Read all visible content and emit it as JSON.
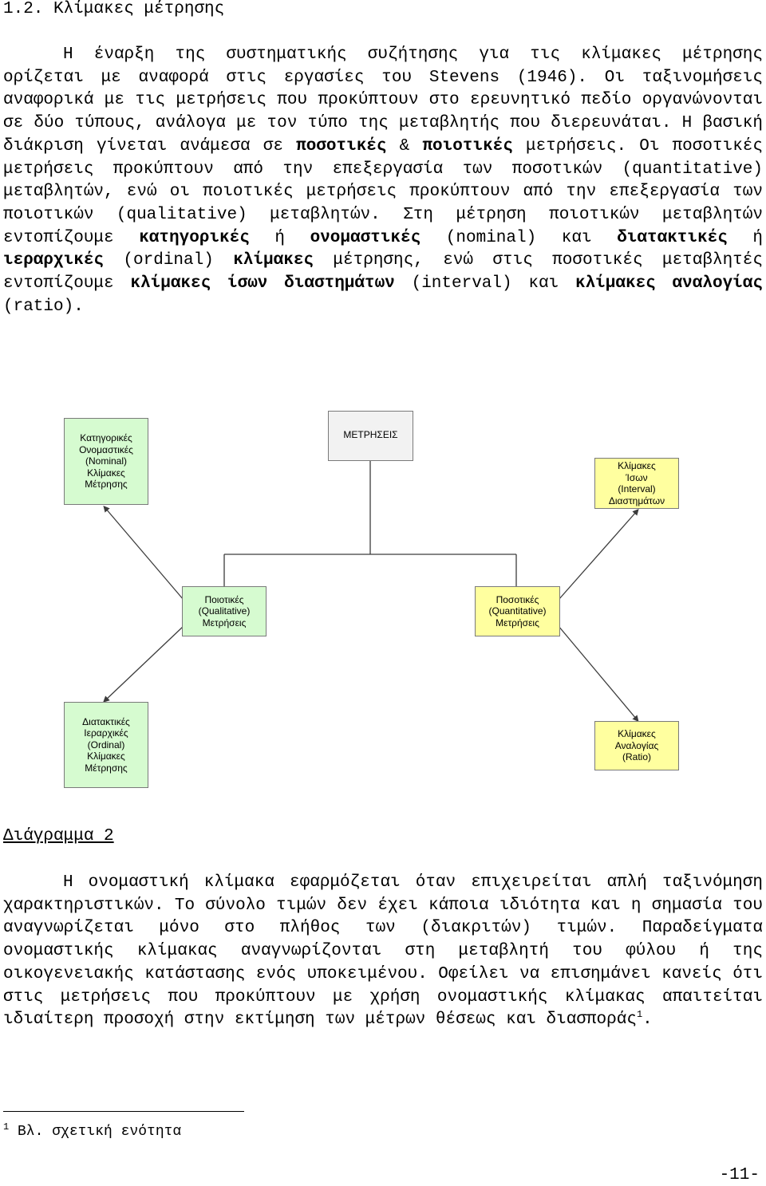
{
  "section": {
    "heading": "1.2. Κλίμακες μέτρησης"
  },
  "paragraph1": {
    "t1": "Η έναρξη της συστηματικής συζήτησης για τις κλίμακες μέτρησης ορίζεται με αναφορά στις εργασίες του Stevens (1946). Οι ταξινομήσεις αναφορικά με τις μετρήσεις που προκύπτουν στο ερευνητικό πεδίο οργανώνονται σε δύο τύπους, ανάλογα με τον τύπο της μεταβλητής που διερευνάται. Η βασική διάκριση γίνεται ανάμεσα σε ",
    "b1": "ποσοτικές",
    "t2": " & ",
    "b2": "ποιοτικές",
    "t3": " μετρήσεις. Οι ποσοτικές μετρήσεις προκύπτουν από την επεξεργασία των ποσοτικών (quantitative) μεταβλητών, ενώ οι ποιοτικές μετρήσεις προκύπτουν από την επεξεργασία των ποιοτικών (qualitative) μεταβλητών. Στη μέτρηση ποιοτικών μεταβλητών εντοπίζουμε ",
    "b3": "κατηγορικές",
    "t4": " ή ",
    "b4": "ονομαστικές",
    "t5": " (nominal) και ",
    "b5": "διατακτικές",
    "t6": " ή ",
    "b6": "ιεραρχικές",
    "t7": " (ordinal) ",
    "b7": "κλίμακες",
    "t8": " μέτρησης, ενώ στις ποσοτικές μεταβλητές εντοπίζουμε ",
    "b8": "κλίμακες ίσων διαστημάτων",
    "t9": " (interval) και ",
    "b9": "κλίμακες αναλογίας",
    "t10": " (ratio)."
  },
  "diagram": {
    "root": "ΜΕΤΡΗΣΕΙΣ",
    "qualitative": "Ποιοτικές\n(Qualitative)\nΜετρήσεις",
    "quantitative": "Ποσοτικές\n(Quantitative)\nΜετρήσεις",
    "nominal": "Κατηγορικές\nΟνομαστικές\n(Nominal)\nΚλίμακες\nΜέτρησης",
    "ordinal": "Διατακτικές\nΙεραρχικές\n(Ordinal)\nΚλίμακες\nΜέτρησης",
    "interval": "Κλίμακες\nΊσων\n(Interval)\nΔιαστημάτων",
    "ratio": "Κλίμακες\nΑναλογίας\n(Ratio)",
    "colors": {
      "qualitative_fill": "#d6fbd0",
      "quantitative_fill": "#ffff9f",
      "root_fill": "#f2f2f2",
      "connector": "#3c3c3c"
    }
  },
  "caption": "Διάγραμμα 2",
  "paragraph2": {
    "text": "Η ονομαστική κλίμακα εφαρμόζεται όταν επιχειρείται απλή ταξινόμηση χαρακτηριστικών. Το σύνολο τιμών δεν έχει κάποια ιδιότητα και η σημασία του αναγνωρίζεται μόνο στο πλήθος των (διακριτών) τιμών. Παραδείγματα ονομαστικής κλίμακας αναγνωρίζονται στη μεταβλητή του φύλου ή της οικογενειακής κατάστασης ενός υποκειμένου. Οφείλει να επισημάνει κανείς ότι στις μετρήσεις που προκύπτουν με χρήση ονομαστικής κλίμακας απαιτείται ιδιαίτερη προσοχή στην εκτίμηση των μέτρων θέσεως και διασποράς",
    "footnote_ref": "1",
    "end": "."
  },
  "footnote": {
    "marker": "1",
    "text": " Βλ. σχετική ενότητα"
  },
  "page_number": "-11-"
}
